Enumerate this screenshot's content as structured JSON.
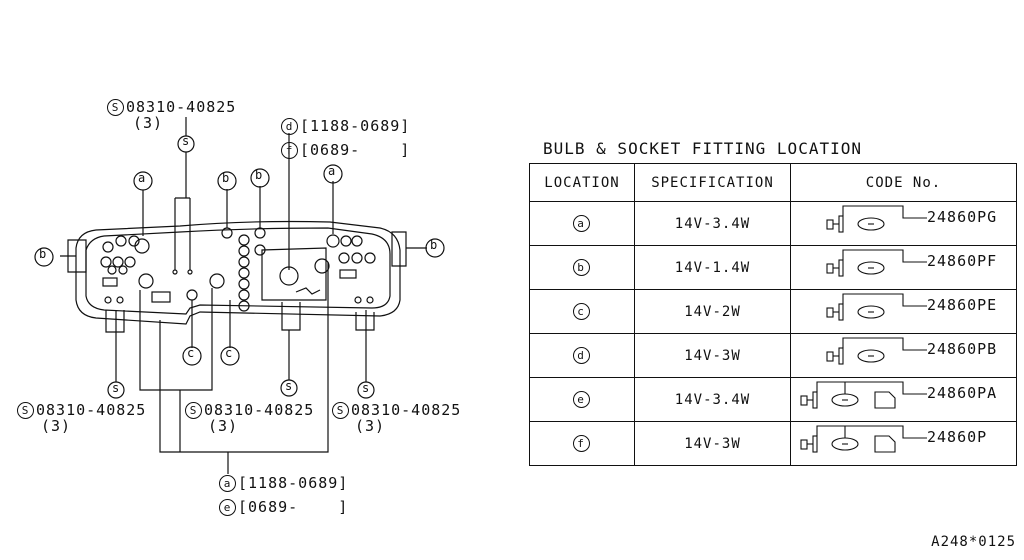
{
  "diagram": {
    "screw_top": {
      "mark": "S",
      "part": "08310-40825",
      "qty": "(3)"
    },
    "screw_bottom_left": {
      "mark": "S",
      "part": "08310-40825",
      "qty": "(3)"
    },
    "screw_bottom_mid": {
      "mark": "S",
      "part": "08310-40825",
      "qty": "(3)"
    },
    "screw_bottom_right": {
      "mark": "S",
      "part": "08310-40825",
      "qty": "(3)"
    },
    "note_d": {
      "mark": "d",
      "range": "[1188-0689]"
    },
    "note_f": {
      "mark": "f",
      "range": "[0689-    ]"
    },
    "note_a": {
      "mark": "a",
      "range": "[1188-0689]"
    },
    "note_e": {
      "mark": "e",
      "range": "[0689-    ]"
    },
    "callouts": {
      "a": "a",
      "b": "b",
      "c": "c",
      "s": "s"
    }
  },
  "table": {
    "title": "BULB & SOCKET FITTING LOCATION",
    "headers": {
      "location": "LOCATION",
      "specification": "SPECIFICATION",
      "code": "CODE No."
    },
    "rows": [
      {
        "location": "a",
        "spec": "14V-3.4W",
        "code": "24860PG"
      },
      {
        "location": "b",
        "spec": "14V-1.4W",
        "code": "24860PF"
      },
      {
        "location": "c",
        "spec": "14V-2W",
        "code": "24860PE"
      },
      {
        "location": "d",
        "spec": "14V-3W",
        "code": "24860PB"
      },
      {
        "location": "e",
        "spec": "14V-3.4W",
        "code": "24860PA"
      },
      {
        "location": "f",
        "spec": "14V-3W",
        "code": "24860P"
      }
    ]
  },
  "footer": "A248*0125"
}
